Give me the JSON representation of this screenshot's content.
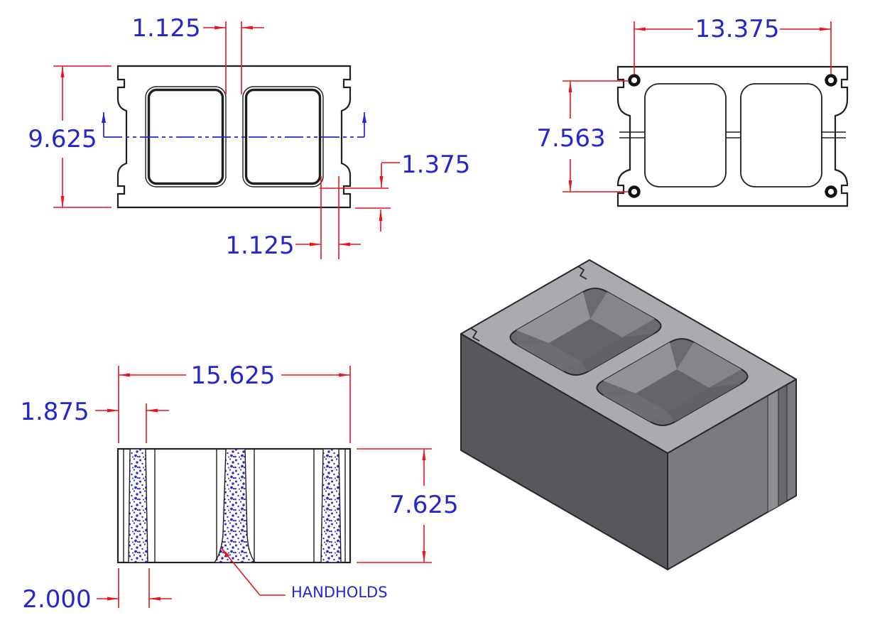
{
  "title": "Concrete masonry unit dimensioned drawing",
  "colors": {
    "dimension_red": "#ea1420",
    "annotation_blue": "#2626cf",
    "outline_black": "#1f1f1f",
    "iso_top_gray": "#ababaf",
    "iso_front_gray": "#58585c",
    "iso_side_gray": "#7b7b7f"
  },
  "views": {
    "plan": {
      "overall_width": "9.625",
      "center_web": "1.125",
      "bottom_shell": "1.375",
      "bottom_web": "1.125"
    },
    "bottom": {
      "hole_spacing_length": "13.375",
      "hole_spacing_width": "7.563"
    },
    "front": {
      "overall_length": "15.625",
      "web_top": "1.875",
      "overall_height": "7.625",
      "web_bottom": "2.000",
      "callout": "HANDHOLDS"
    }
  }
}
